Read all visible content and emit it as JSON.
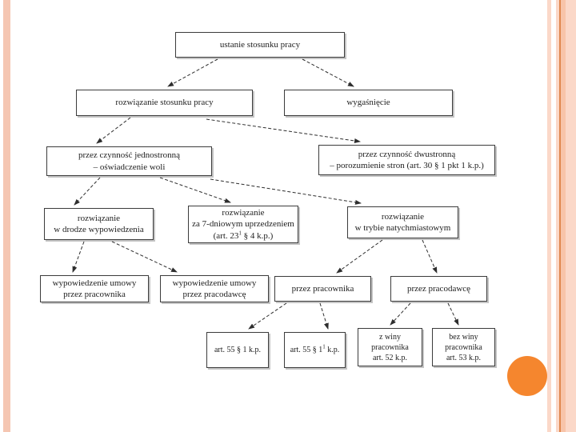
{
  "decor": {
    "left_stripe_color": "#f5c6b2",
    "right_stripe_colors": [
      "#fbd8c8",
      "#fbd8c8",
      "#e0884e",
      "#f8c4a9",
      "#fbd8c8"
    ],
    "circle_color": "#f5862e"
  },
  "diagram": {
    "nodes": {
      "root": {
        "label": "ustanie stosunku pracy"
      },
      "rozwiazanie": {
        "label": "rozwiązanie stosunku pracy"
      },
      "wygasniecie": {
        "label": "wygaśnięcie"
      },
      "jednostronna": {
        "line1": "przez czynność jednostronną",
        "line2": "– oświadczenie woli"
      },
      "dwustronna": {
        "line1": "przez czynność dwustronną",
        "line2": "– porozumienie stron (art. 30 § 1 pkt 1 k.p.)"
      },
      "wypowiedzenie": {
        "line1": "rozwiązanie",
        "line2": "w drodze wypowiedzenia"
      },
      "uprzedzenie": {
        "line1": "rozwiązanie",
        "line2": "za 7-dniowym uprzedzeniem",
        "line3_pre": "(art. 23",
        "line3_sup": "1",
        "line3_post": " § 4 k.p.)"
      },
      "natychmiastowe": {
        "line1": "rozwiązanie",
        "line2": "w trybie natychmiastowym"
      },
      "wyp_pracownik": {
        "line1": "wypowiedzenie umowy",
        "line2": "przez pracownika"
      },
      "wyp_pracodawca": {
        "line1": "wypowiedzenie umowy",
        "line2": "przez pracodawcę"
      },
      "przez_pracownika": {
        "label": "przez pracownika"
      },
      "przez_pracodawce": {
        "label": "przez pracodawcę"
      },
      "art55_1": {
        "label": "art. 55 § 1 k.p."
      },
      "art55_11": {
        "pre": "art. 55 § 1",
        "sup": "1",
        "post": " k.p."
      },
      "z_winy": {
        "line1": "z winy",
        "line2": "pracownika",
        "line3": "art. 52 k.p."
      },
      "bez_winy": {
        "line1": "bez winy",
        "line2": "pracownika",
        "line3": "art. 53 k.p."
      }
    }
  }
}
